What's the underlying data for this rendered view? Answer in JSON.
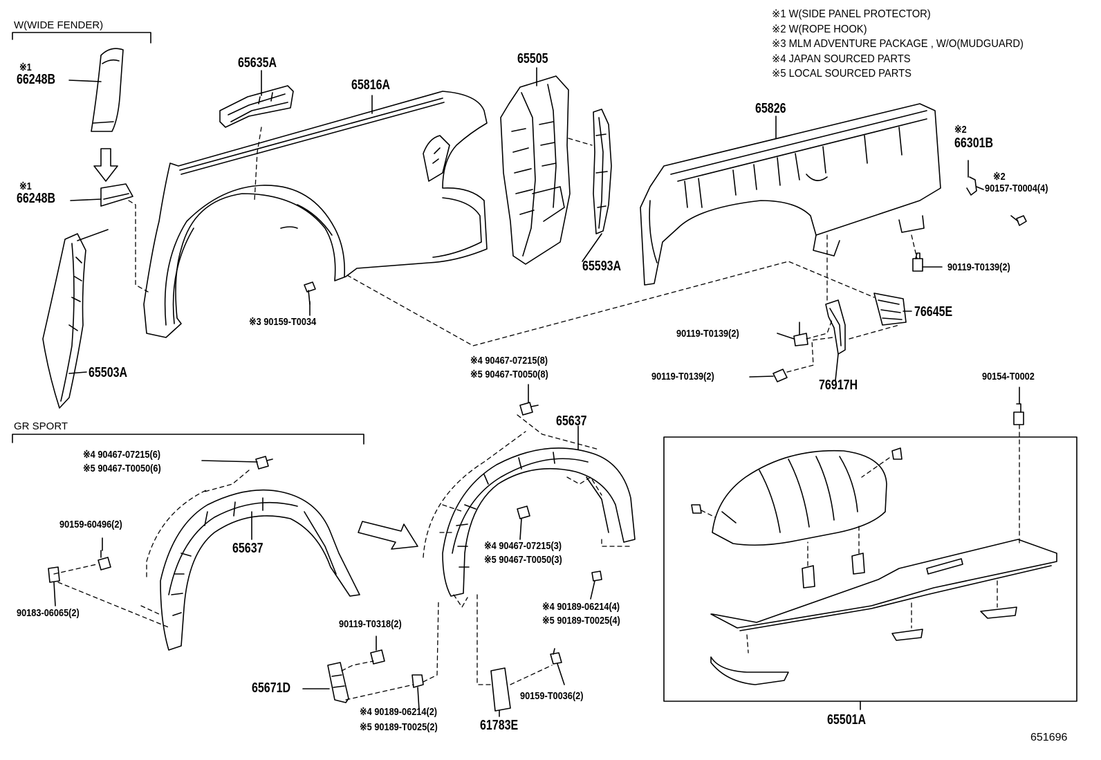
{
  "notes": [
    "※1 W(SIDE PANEL PROTECTOR)",
    "※2 W(ROPE HOOK)",
    "※3 MLM ADVENTURE PACKAGE , W/O(MUDGUARD)",
    "※4 JAPAN SOURCED PARTS",
    "※5 LOCAL SOURCED PARTS"
  ],
  "sections": {
    "wide_fender": "W(WIDE FENDER)",
    "gr_sport": "GR SPORT"
  },
  "labels": {
    "l_66248b_a_mark": "※1",
    "l_66248b_a": "66248B",
    "l_66248b_b_mark": "※1",
    "l_66248b_b": "66248B",
    "l_65503a": "65503A",
    "l_65635a": "65635A",
    "l_65816a": "65816A",
    "l_65505": "65505",
    "l_65593a": "65593A",
    "l_65826": "65826",
    "l_66301b_mark": "※2",
    "l_66301b": "66301B",
    "l_90157_mark": "※2",
    "l_90157": "90157-T0004(4)",
    "l_90119_r": "90119-T0139(2)",
    "l_90159_t0034": "※3 90159-T0034",
    "l_76645e": "76645E",
    "l_90119_m1": "90119-T0139(2)",
    "l_90119_m2": "90119-T0139(2)",
    "l_76917h": "76917H",
    "l_90154": "90154-T0002",
    "l_top_clip_a": "※4 90467-07215(8)",
    "l_top_clip_b": "※5 90467-T0050(8)",
    "l_65637_r": "65637",
    "l_gr_clip_a": "※4 90467-07215(6)",
    "l_gr_clip_b": "※5 90467-T0050(6)",
    "l_90159_60496": "90159-60496(2)",
    "l_65637_l": "65637",
    "l_90183": "90183-06065(2)",
    "l_mid_clip_a": "※4 90467-07215(3)",
    "l_mid_clip_b": "※5 90467-T0050(3)",
    "l_90189_r_a": "※4 90189-06214(4)",
    "l_90189_r_b": "※5 90189-T0025(4)",
    "l_90119_t0318": "90119-T0318(2)",
    "l_65671d": "65671D",
    "l_90189_b_a": "※4 90189-06214(2)",
    "l_90189_b_b": "※5 90189-T0025(2)",
    "l_61783e": "61783E",
    "l_90159_t0036": "90159-T0036(2)",
    "l_65501a": "65501A"
  },
  "ref_code": "651696"
}
